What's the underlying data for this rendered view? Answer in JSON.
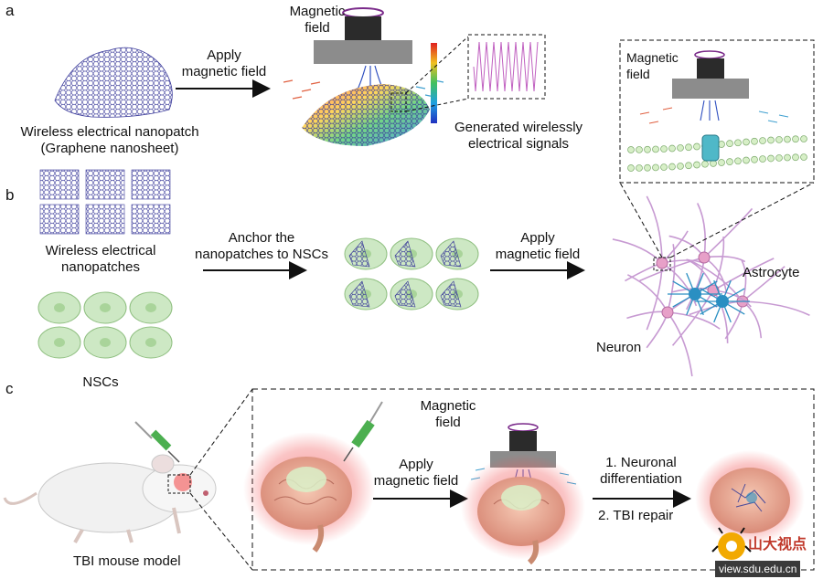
{
  "panels": {
    "a": {
      "label": "a",
      "magnetic_field": "Magnetic\nfield",
      "apply_magnetic_field": "Apply\nmagnetic field",
      "nanopatch": "Wireless electrical nanopatch\n(Graphene nanosheet)",
      "generated_signals": "Generated wirelessly\nelectrical signals",
      "inset_magnetic_field": "Magnetic\nfield"
    },
    "b": {
      "label": "b",
      "nanopatches": "Wireless electrical\nnanopatches",
      "nscs": "NSCs",
      "anchor": "Anchor the\nnanopatches to NSCs",
      "apply_magnetic_field": "Apply\nmagnetic field",
      "astrocyte": "Astrocyte",
      "neuron": "Neuron"
    },
    "c": {
      "label": "c",
      "mouse_model": "TBI mouse model",
      "magnetic_field": "Magnetic\nfield",
      "apply_magnetic_field": "Apply\nmagnetic field",
      "step1": "1. Neuronal\ndifferentiation",
      "step2": "2. TBI repair"
    }
  },
  "watermark": {
    "brand": "山大视点",
    "url": "view.sdu.edu.cn"
  },
  "colors": {
    "graphene": "#3a3a9a",
    "cell_fill": "#cde8c4",
    "cell_nucleus": "#a9d49a",
    "neuron": "#c79ad2",
    "astrocyte": "#2a8fc2",
    "magnet_dark": "#2b2b2b",
    "magnet_plate": "#8c8c8c",
    "brain_glow": "#f2585a",
    "syringe": "#4caf50"
  }
}
